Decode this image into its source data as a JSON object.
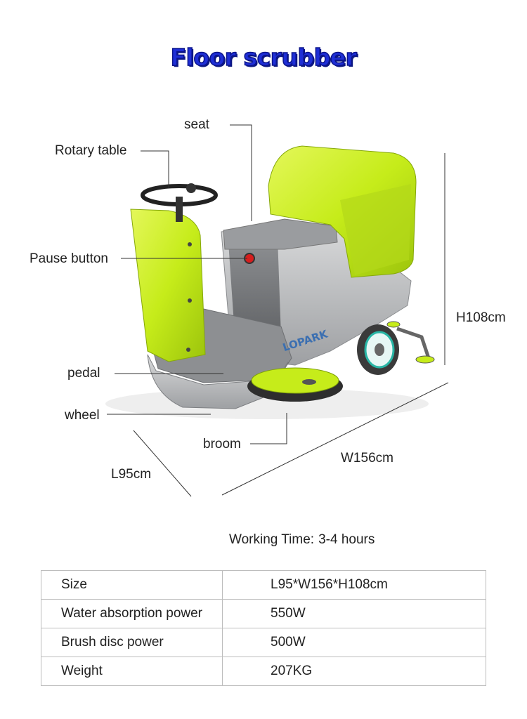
{
  "title": "Floor scrubber",
  "brand_mark": "LOPARK",
  "labels": {
    "seat": "seat",
    "rotary_table": "Rotary table",
    "pause_button": "Pause button",
    "pedal": "pedal",
    "wheel": "wheel",
    "broom": "broom",
    "height": "H108cm",
    "width": "W156cm",
    "length": "L95cm"
  },
  "working_time": {
    "label": "Working Time:",
    "value": "3-4 hours"
  },
  "specs": [
    {
      "key": "Size",
      "value": "L95*W156*H108cm"
    },
    {
      "key": "Water absorption power",
      "value": "550W"
    },
    {
      "key": "Brush disc power",
      "value": "500W"
    },
    {
      "key": "Weight",
      "value": "207KG"
    }
  ],
  "colors": {
    "title": "#1f2fd6",
    "body_green": "#c6ec1a",
    "body_grey": "#b9bbbd",
    "line": "#333333"
  }
}
